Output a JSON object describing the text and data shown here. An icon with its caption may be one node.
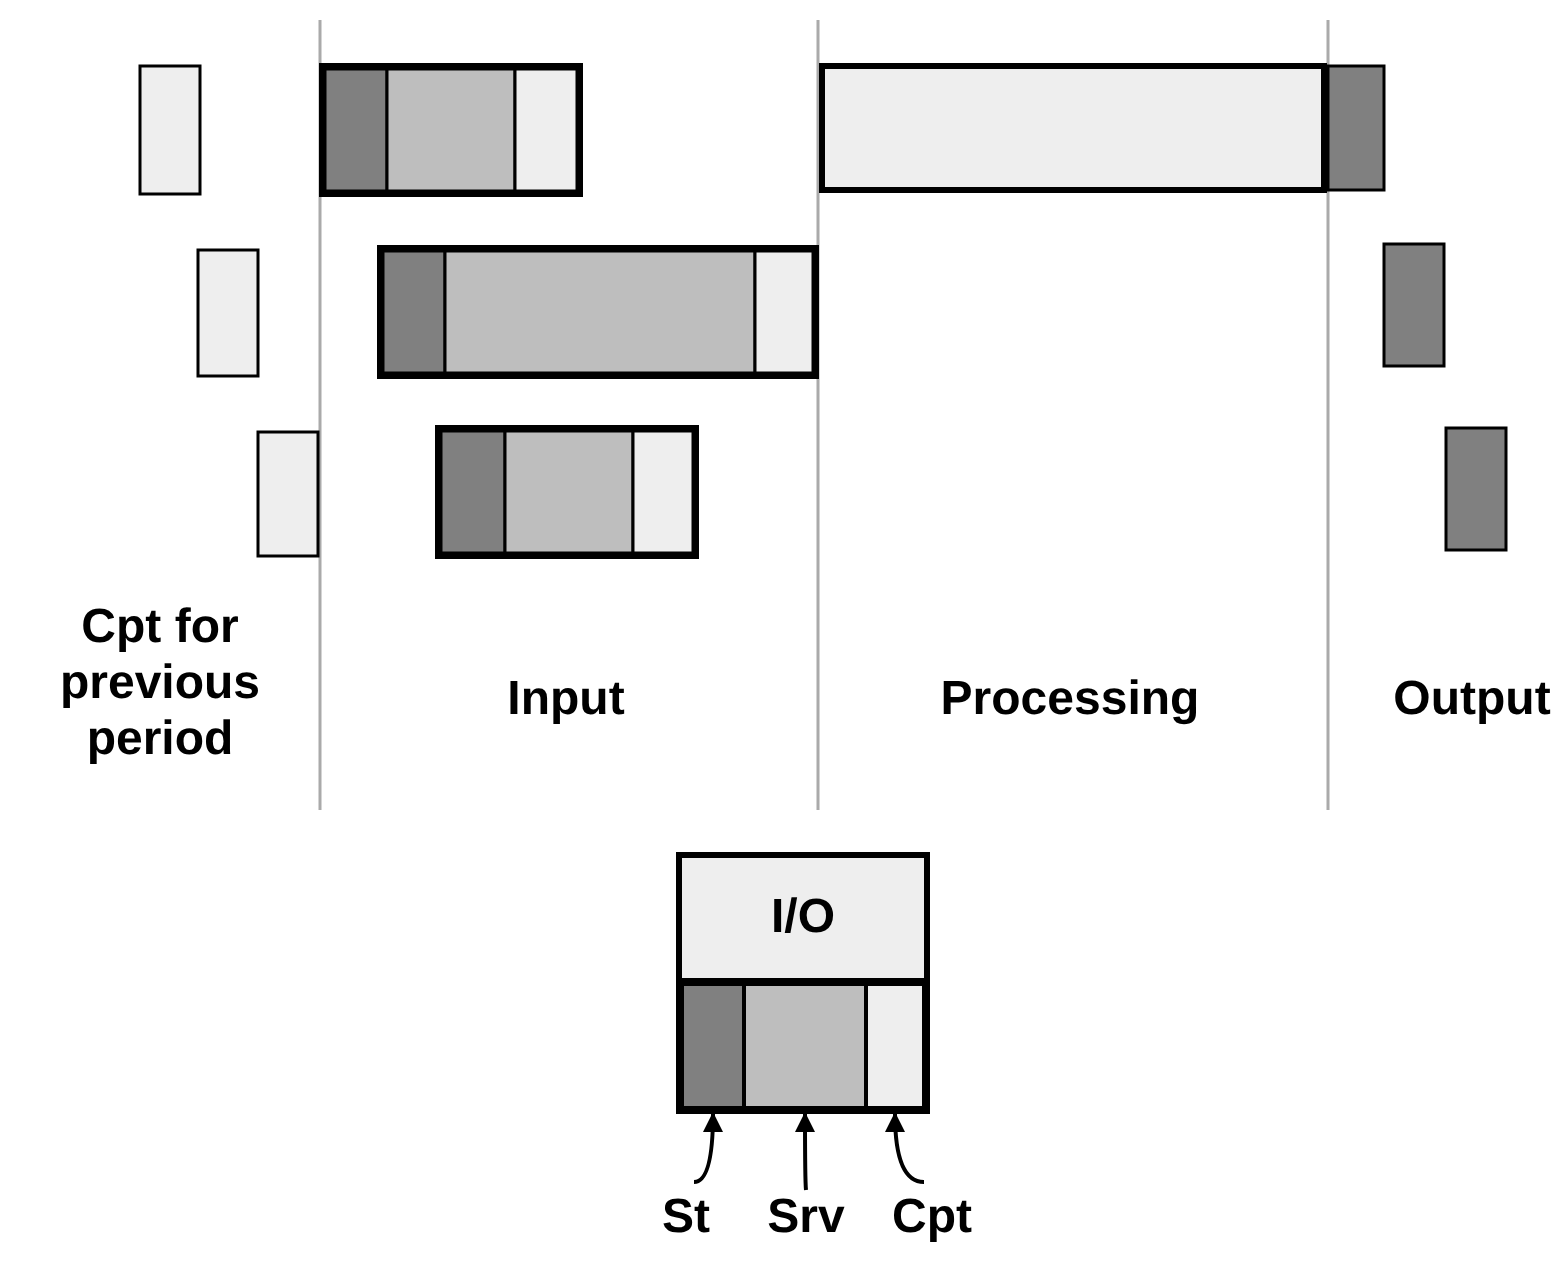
{
  "diagram": {
    "nodes": [
      {
        "text": [
          "I/O"
        ]
      },
      {
        "text": [],
        "shape": "bar",
        "in": 0
      },
      {
        "text": [],
        "shape": "bar",
        "in": 0
      },
      {
        "text": [],
        "shape": "bar",
        "in": 0
      },
      {
        "text": [
          "St"
        ]
      },
      {
        "text": [
          "Srv"
        ]
      },
      {
        "text": [
          "Cpt"
        ]
      }
    ],
    "edges": [
      {
        "from": 4,
        "to": 1,
        "arrow": "to"
      },
      {
        "from": 5,
        "to": 2,
        "arrow": "to"
      },
      {
        "from": 6,
        "to": 3,
        "arrow": "to"
      }
    ],
    "labels": [
      "Cpt for previous period",
      "Input",
      "Processing",
      "Output"
    ]
  }
}
